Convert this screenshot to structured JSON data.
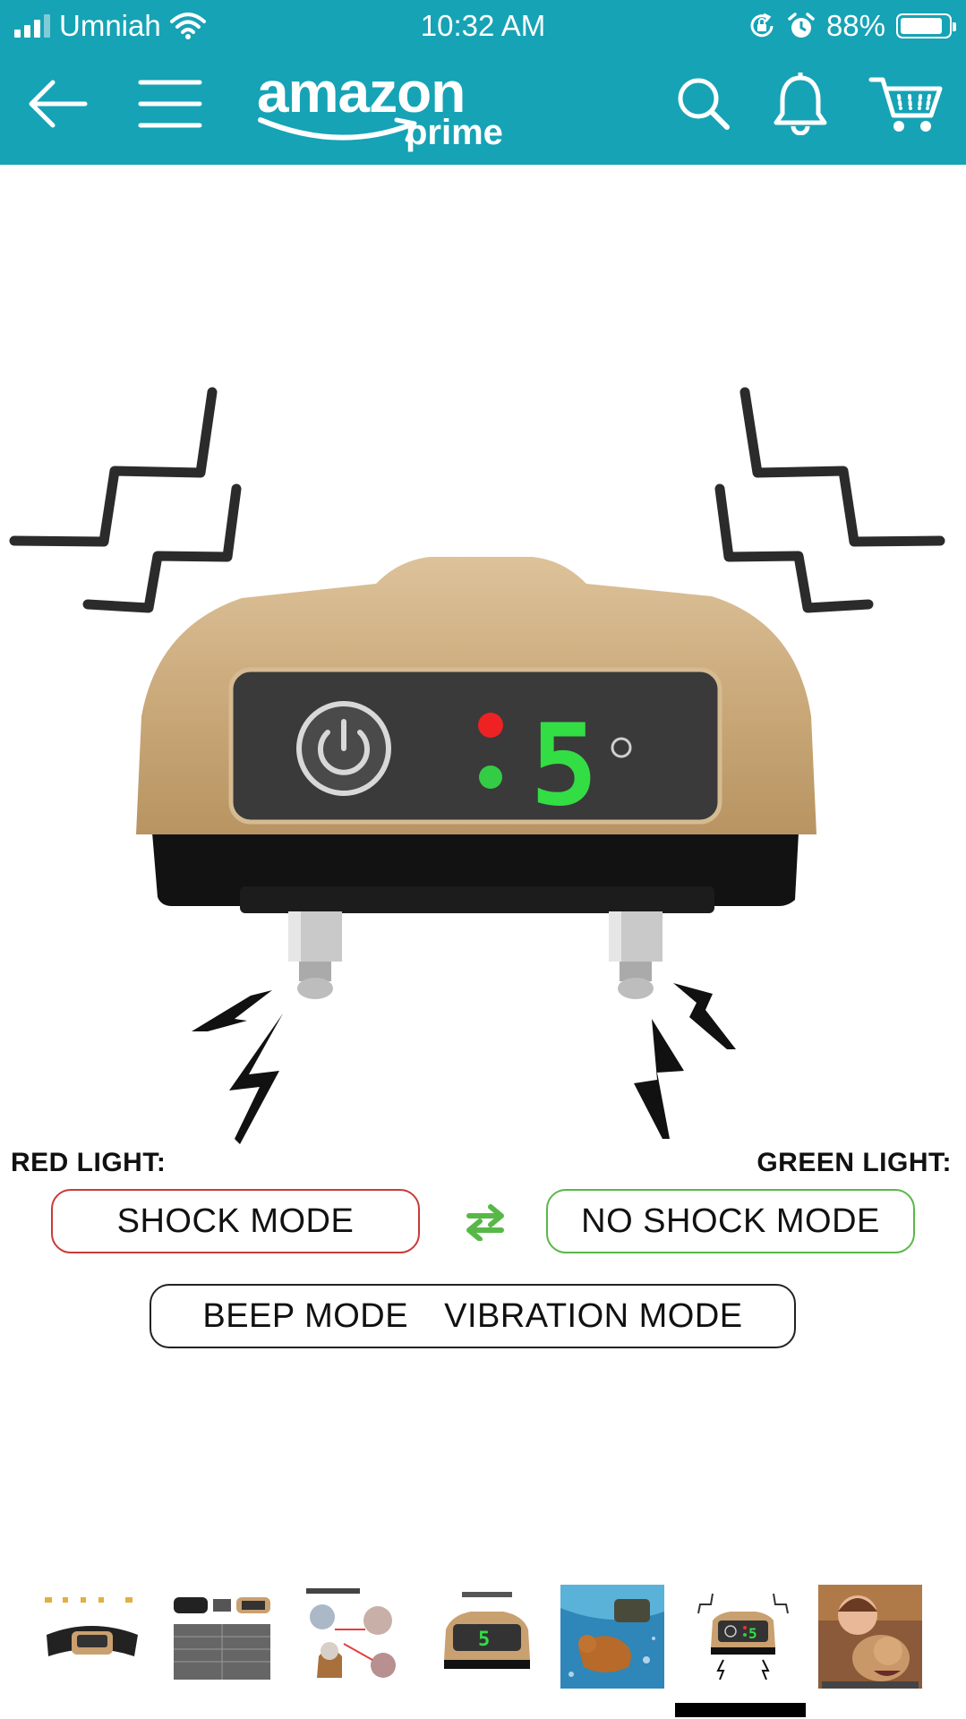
{
  "status_bar": {
    "carrier": "Umniah",
    "time": "10:32 AM",
    "battery": "88%",
    "battery_level": 0.88,
    "icons": [
      "signal-icon",
      "wifi-icon",
      "orientation-lock-icon",
      "alarm-icon",
      "battery-icon"
    ]
  },
  "nav": {
    "logo_word": "amazon",
    "logo_prime": "prime",
    "icons": [
      "back-arrow-icon",
      "menu-icon",
      "search-icon",
      "bell-icon",
      "cart-icon"
    ]
  },
  "product_image": {
    "red_light_label": "RED LIGHT:",
    "green_light_label": "GREEN LIGHT:",
    "shock_mode": "SHOCK MODE",
    "no_shock_mode": "NO SHOCK MODE",
    "beep_mode": "BEEP MODE",
    "vibration_mode": "VIBRATION MODE",
    "display_digit": "5",
    "colors": {
      "red_border": "#c83a3a",
      "green_border": "#58b847",
      "swap_arrows": "#58b847",
      "collar_gold": "#c9a878",
      "led_red": "#ee2222",
      "led_green": "#33cc44"
    }
  },
  "thumbnails": {
    "count": 7,
    "selected_index": 5,
    "items": [
      {
        "icon": "collar-thumbnail"
      },
      {
        "icon": "comparison-thumbnail"
      },
      {
        "icon": "bark-detection-thumbnail"
      },
      {
        "icon": "device-closeup-thumbnail"
      },
      {
        "icon": "waterproof-dog-thumbnail"
      },
      {
        "icon": "shock-mode-thumbnail"
      },
      {
        "icon": "happy-dog-thumbnail"
      }
    ]
  },
  "theme": {
    "brand_teal": "#16a3b5"
  }
}
